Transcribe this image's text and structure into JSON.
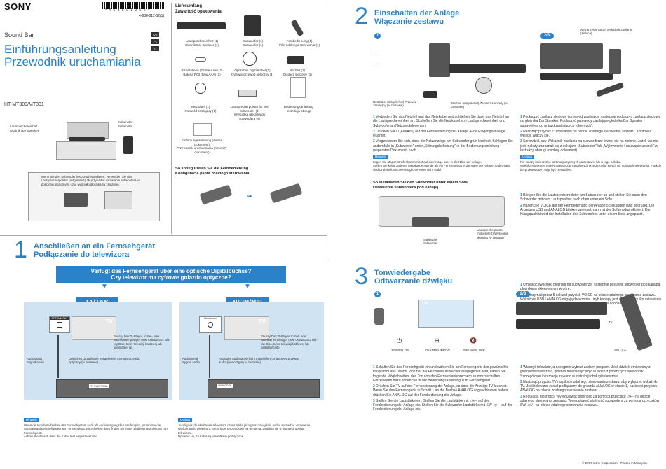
{
  "header": {
    "brand": "SONY",
    "barcode_number": "* 4 6 8 8 0 1 2 5 2 *",
    "barcode_sub": "(1)",
    "model_code": "4-688-012-52(1)",
    "product": "Sound Bar",
    "title_de": "Einführungsanleitung",
    "title_pl": "Przewodnik uruchamiania",
    "languages": [
      "DE",
      "PL",
      "IT"
    ],
    "model": "HT-MT300/MT301"
  },
  "package": {
    "heading_de": "Lieferumfang",
    "heading_pl": "Zawartość opakowania",
    "items": [
      {
        "de": "Lautsprechereinheit (1)",
        "pl": "Głośnik Bar Speaker (1)"
      },
      {
        "de": "Subwoofer (1)",
        "pl": "Subwoofer (1)"
      },
      {
        "de": "Fernbedienung (1)",
        "pl": "Pilot zdalnego sterowania (1)"
      },
      {
        "de": "R03-Batterie (Größe AAA) (2)",
        "pl": "Bateria R03 (typu AAA) (2)"
      },
      {
        "de": "Optisches Digitalkabel (1)",
        "pl": "Cyfrowy przewód optyczny (1)"
      },
      {
        "de": "Netzteil (1)",
        "pl": "Zasilacz sieciowy (1)"
      },
      {
        "de": "Netzkabel (1)",
        "pl": "Przewód zasilający (1)"
      },
      {
        "de": "Lautsprecherpolster für den Subwoofer (4)",
        "pl": "Wyściółka głośnika do subwoofera (4)"
      },
      {
        "de": "Bedienungsanleitung",
        "pl": "Instrukcja obsługi"
      },
      {
        "de": "Einführungsanleitung (dieses Dokument)",
        "pl": "Przewodnik uruchamiania (niniejszy dokument)"
      }
    ],
    "remote_heading_de": "So konfigurieren Sie die Fernbedienung",
    "remote_heading_pl": "Konfiguracja pilota zdalnego sterowania"
  },
  "placement": {
    "speaker_label_de": "Lautsprechereinheit",
    "speaker_label_pl": "Głośnik Bar Speaker",
    "sub_label_de": "Subwoofer",
    "sub_label_pl": "Subwoofer",
    "horizontal_note": "Wenn Sie den Subwoofer horizontal installieren, verwenden Sie das Lautsprecherpolster (mitgeliefert). W przypadku ustawiania subwoofera w położeniu poziomym, użyć wyściółki głośnika (w zestawie)."
  },
  "section1": {
    "num": "1",
    "heading_de": "Anschließen an ein Fernsehgerät",
    "heading_pl": "Podłączanie do telewizora",
    "question_de": "Verfügt das Fernsehgerät über eine optische Digitalbuchse?",
    "question_pl": "Czy telewizor ma cyfrowe gniazdo optyczne?",
    "yes_label": "JA/TAK",
    "no_label": "NEIN/NIE",
    "yes_jack": "OPTICAL OUT",
    "no_jack": "Headphone",
    "tv_label": "TV",
    "yes_devices": "Blu-ray Disc™-Player, Kabel- oder Satellitenempfänger usw. Odtwarzacz Blu-ray Disc, tuner telewizji kablowej lub satelitarnej itp.",
    "no_devices": "Blu-ray Disc™-Player, Kabel- oder Satellitenempfänger usw. Odtwarzacz Blu-ray Disc, tuner telewizji kablowej lub satelitarnej itp.",
    "yes_signal": "Audiosignal Sygnał audio",
    "no_signal": "Audiosignal Sygnał audio",
    "yes_cable": "Optisches Digitalkabel (mitgeliefert) Cyfrowy przewód optyczny (w zestawie)",
    "no_cable": "Analoges Audiokabel (nicht mitgeliefert) Analogowy przewód audio (niedostępny w zestawie)",
    "yes_port": "TV IN OPTICAL",
    "no_port": "ANALOG IN",
    "hinweis": "Hinweis",
    "uwaga": "Uwaga",
    "note_de": [
      "Wenn die Kopfhörerbuchse des Fernsehgeräts auch als Audioausgangsbuchse fungiert, prüfen Sie die Audioausgabeeinstellungen am Fernsehgerät. Einzelheiten dazu finden Sie in der Bedienungsanleitung zum Fernsehgerät.",
      "Achten Sie darauf, dass die Kabel fest eingesteckt sind."
    ],
    "note_pl": [
      "Jeżeli gniazdo słuchawek telewizora działa także jako gniazdo wyjścia audio, sprawdzić ustawienia wyjścia audio telewizora. Informacje szczegółowe na ten temat znajdują się w instrukcji obsługi telewizora.",
      "Upewnić się, że kable są prawidłowo podłączone."
    ]
  },
  "section2": {
    "num": "2",
    "heading_de": "Einschalten der Anlage",
    "heading_pl": "Włączanie zestawu",
    "sub1": "1",
    "sub23": "2/3",
    "indicator_label": "Netzanzeige (grün) Wskaźnik zasilania (zielona)",
    "netzkabel_label": "Netzkabel (mitgeliefert) Przewód zasilający (w zestawie)",
    "netzteil_label": "Netzteil (mitgeliefert) Zasilacz sieciowy (w zestawie)",
    "steps_de": [
      {
        "n": "1",
        "t": "Verbinden Sie das Netzteil und das Netzkabel und schließen Sie dann das Netzteil an die Lautsprechereinheit an. Schließen Sie die Netzkabel von Lautsprechereinheit und Subwoofer an Netzsteckdosen an."
      },
      {
        "n": "2",
        "t": "Drücken Sie ⏻ (Ein/Aus) auf der Fernbedienung der Anlage. Eine Eingangsanzeige leuchtet."
      },
      {
        "n": "3",
        "t": "Vergewissern Sie sich, dass die Netzanzeige am Subwoofer grün leuchtet. Schlagen Sie andernfalls in „Subwoofer“ unter „Störungsbehebung“ in der Bedienungsanleitung (separates Dokument) nach."
      }
    ],
    "steps_pl": [
      {
        "n": "1",
        "t": "Podłączyć zasilacz sieciowy i przewód zasilający, następnie podłączyć zasilacz sieciowy do głośnika Bar Speaker. Podłączyć przewody zasilające głośnika Bar Speaker i subwoofera do gniazd zasilających (głównych)."
      },
      {
        "n": "2",
        "t": "Nacisnąć przycisk ⏻ (zasilanie) na pilocie zdalnego sterowania zestawu. Kontrolka wejścia włączy się."
      },
      {
        "n": "3",
        "t": "Sprawdzić, czy Wskaźnik zasilania na subwooferze świeci się na zielono. Jeżeli tak nie jest, należy zapoznać się z sekcjami „Subwoofer“ lub „Wykrywanie i usuwanie usterek“ w Instrukcji obsługi (osobny dokument)."
      }
    ],
    "hinweis": "Hinweis",
    "uwaga": "Uwaga",
    "note_de": [
      "Legen Sie Magnetstreifenkarten nicht auf die Anlage oder in die Nähe der Anlage.",
      "Stellen Sie keine anderen Metallgegenstände als ein Fernsehgerät in die Nähe der Anlage. Andernfalls sind Drahtlosfunktionen möglicherweise nicht stabil."
    ],
    "note_pl": [
      "Nie należy umieszczać kart magnetycznych na zestawie lub w jego pobliżu.",
      "Wokół zestawu nie należy umieszczać metalowych przedmiotów, innych niż odbiornik telewizyjny. Funkcje bezprzewodowe mogą być niestabilne."
    ],
    "sofa_heading_de": "So installieren Sie den Subwoofer unter einem Sofa",
    "sofa_heading_pl": "Ustawienie subwoofera pod kanapą",
    "sofa_pad_label": "Lautsprecherpolster (mitgeliefert) Wyściółka głośnika (w zestawie)",
    "sofa_sub_label": "Subwoofer Subwoofer",
    "sofa_steps_de": [
      {
        "n": "1",
        "t": "Bringen Sie die Lautsprecherpolster am Subwoofer an und stellen Sie dann den Subwoofer mit dem Lautsprecher nach oben unter ein Sofa."
      },
      {
        "n": "2",
        "t": "Halten Sie VOICE auf der Fernbedienung der Anlage 5 Sekunden lang gedrückt. Die Anzeigen USB und ANALOG blinken zweimal, dann ist der Sofamodus aktiviert. Die Klangqualität wird der Installation des Subwoofers unter einem Sofa angepasst."
      }
    ],
    "sofa_steps_pl": [
      {
        "n": "1",
        "t": "Umieścić wyściółki głośnika na subwooferze, następnie postawić subwoofer pod kanapą, głośnikiem skierowanym w górę."
      },
      {
        "n": "2",
        "t": "Przytrzymać przez 5 sekund przycisk VOICE na pilocie zdalnego sterowania zestawu. Wskaźniki USB i ANALOG migają dwukrotnie i tryb kanapy jest aktywowany. Po ustawieniu subwoofera pod kanapą, jakość dźwięku zmieni się w celu dopasowania."
      }
    ]
  },
  "section3": {
    "num": "3",
    "heading_de": "Tonwiedergabe",
    "heading_pl": "Odtwarzanie dźwięku",
    "sub1": "1",
    "sub23": "2/3",
    "tv_label": "TV",
    "buttons": [
      "POWER ON",
      "CHANNEL/PROG",
      "SPEAKER OFF"
    ],
    "remote_tv": "TV",
    "remote_vol": "◁+/–",
    "remote_sw": "SW ◁+/–",
    "steps_de": [
      {
        "n": "1",
        "t": "Schalten Sie das Fernsehgerät ein und wählen Sie am Fernsehgerät das gewünschte Programm aus. Wenn Ton über die Fernsehlautsprecher ausgegeben wird, haben Sie folgende Möglichkeiten, den Ton von den Fernsehlautsprechern stummzuschalten. Einzelheiten dazu finden Sie in der Bedienungsanleitung zum Fernsehgerät."
      },
      {
        "n": "2",
        "t": "Drücken Sie TV auf der Fernbedienung der Anlage, so dass die Anzeige TV leuchtet. Wenn Sie das Fernsehgerät in Schritt 1 an die Buchse ANALOG angeschlossen haben, drücken Sie ANALOG auf der Fernbedienung der Anlage."
      },
      {
        "n": "3",
        "t": "Stellen Sie die Lautstärke ein. Stellen Sie die Lautstärke mit ◁+/– auf der Fernbedienung der Anlage ein. Stellen Sie die Subwoofer-Lautstärke mit SW ◁+/– auf der Fernbedienung der Anlage ein."
      }
    ],
    "steps_pl": [
      {
        "n": "1",
        "t": "Włączyć telewizor, a następnie wybrać żądany program. Jeśli dźwięk emitowany z głośników telewizora, głośniki można wyciszyć w jeden z poniższych sposobów. Szczegółowe informacje zawarto w instrukcji obsługi telewizora."
      },
      {
        "n": "2",
        "t": "Nacisnąć przycisk TV na pilocie zdalnego sterowania zestawu, aby wyłączyć wskaźnik TV. Jeśli telewizor został podłączony do gniazda ANALOG w etapie 1, nacisnąć przycisk ANALOG na pilocie zdalnego sterowania zestawu."
      },
      {
        "n": "3",
        "t": "Regulacja głośności. Wyregulować głośność za pomocą przycisku ◁+/– na pilocie zdalnego sterowania zestawu. Wyregulować głośność subwoofera za pomocą przycisków SW ◁+/– na pilocie zdalnego sterowania zestawu."
      }
    ]
  },
  "footer": {
    "copyright": "© 2017 Sony Corporation",
    "printed": "Printed in Malaysia"
  }
}
